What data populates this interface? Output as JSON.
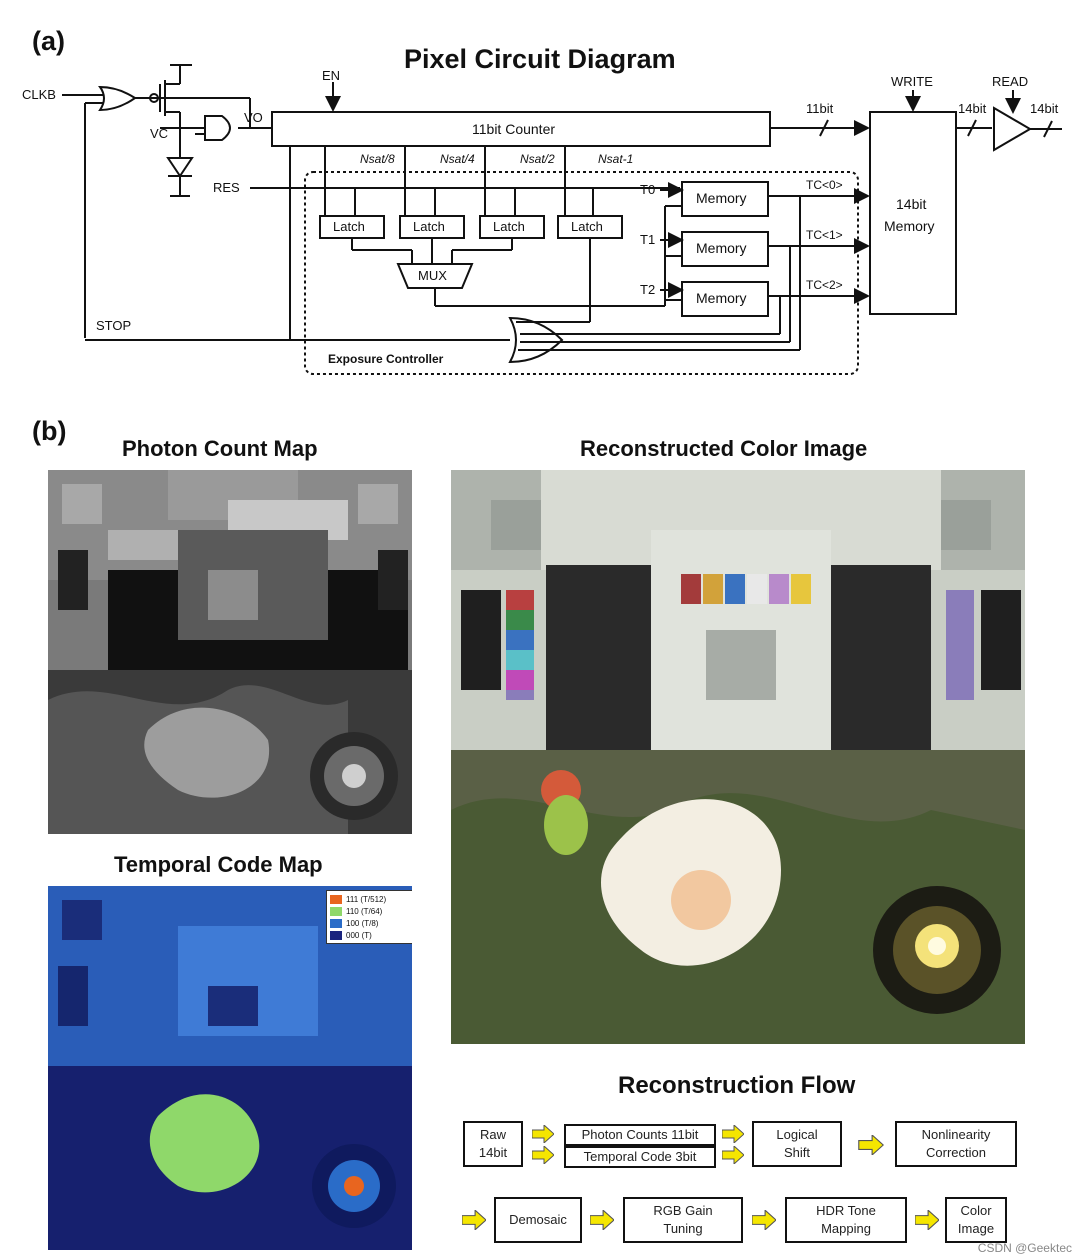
{
  "panel_a": {
    "label": "(a)",
    "title": "Pixel Circuit Diagram",
    "signals": {
      "clkb": "CLKB",
      "vc": "VC",
      "vo": "VO",
      "en": "EN",
      "res": "RES",
      "stop": "STOP",
      "write": "WRITE",
      "read": "READ",
      "bus_11bit": "11bit",
      "bus_14bit_in": "14bit",
      "bus_14bit_out": "14bit",
      "t0": "T0",
      "t1": "T1",
      "t2": "T2",
      "tc0": "TC<0>",
      "tc1": "TC<1>",
      "tc2": "TC<2>",
      "nsat8": "Nsat/8",
      "nsat4": "Nsat/4",
      "nsat2": "Nsat/2",
      "nsat1": "Nsat-1"
    },
    "blocks": {
      "counter": "11bit Counter",
      "latch": "Latch",
      "mux": "MUX",
      "memory": "Memory",
      "memory14_line1": "14bit",
      "memory14_line2": "Memory",
      "exposure_controller": "Exposure Controller"
    },
    "colors": {
      "line": "#111111",
      "background": "#ffffff"
    }
  },
  "panel_b": {
    "label": "(b)",
    "photon_title": "Photon Count Map",
    "temporal_title": "Temporal Code Map",
    "color_title": "Reconstructed Color Image",
    "legend": [
      {
        "label": "111 (T/512)",
        "color": "#e8651f"
      },
      {
        "label": "110 (T/64)",
        "color": "#8fd86a"
      },
      {
        "label": "100 (T/8)",
        "color": "#2a6cc8"
      },
      {
        "label": "000 (T)",
        "color": "#1a237e"
      }
    ],
    "flow_title": "Reconstruction Flow",
    "flow": {
      "raw": "Raw 14bit",
      "photon": "Photon Counts 11bit",
      "temporal": "Temporal Code 3bit",
      "shift": "Logical Shift",
      "nonlinearity": "Nonlinearity Correction",
      "demosaic": "Demosaic",
      "rgb": "RGB Gain Tuning",
      "hdr": "HDR Tone Mapping",
      "color": "Color Image"
    },
    "colors": {
      "arrow": "#f5e600",
      "arrow_outline": "#555555"
    }
  },
  "watermark": "CSDN @Geektec"
}
